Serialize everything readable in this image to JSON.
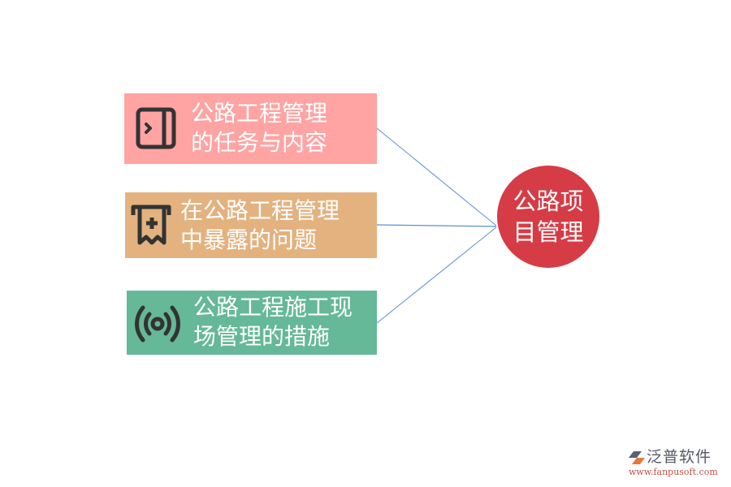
{
  "colors": {
    "box1": "#FFA3A3",
    "box2": "#E3B27F",
    "box3": "#65B898",
    "hub": "#D63C45",
    "connector": "#5B8FD6",
    "icon": "#333333",
    "text": "#FFFFFF"
  },
  "hub": {
    "lines": [
      "公路项",
      "目管理"
    ]
  },
  "nodes": [
    {
      "icon": "sidebar-panel-icon",
      "lines": [
        "公路工程管理",
        "的任务与内容"
      ]
    },
    {
      "icon": "receipt-add-icon",
      "lines": [
        "在公路工程管理",
        "中暴露的问题"
      ]
    },
    {
      "icon": "broadcast-signal-icon",
      "lines": [
        "公路工程施工现",
        "场管理的措施"
      ]
    }
  ],
  "logo": {
    "brand": "泛普软件",
    "url": "www.fanpusoft.com"
  }
}
